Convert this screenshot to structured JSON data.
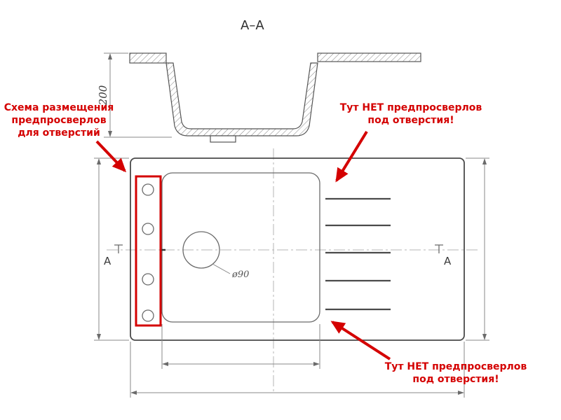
{
  "section_view": {
    "title": "A–A",
    "depth_dimension": "200"
  },
  "plan_view": {
    "drain_label": "ø90",
    "section_marker_left": "A",
    "section_marker_right": "A",
    "predrill_hole_count": "4"
  },
  "annotations": {
    "color": "#d40000",
    "left_block": {
      "line1": "Схема размещения",
      "line2": "предпросверлов",
      "line3": "для отверстий"
    },
    "top_right": {
      "line1": "Тут НЕТ предпросверлов",
      "line2": "под отверстия!"
    },
    "bottom_right": {
      "line1": "Тут НЕТ предпросверлов",
      "line2": "под отверстия!"
    }
  }
}
